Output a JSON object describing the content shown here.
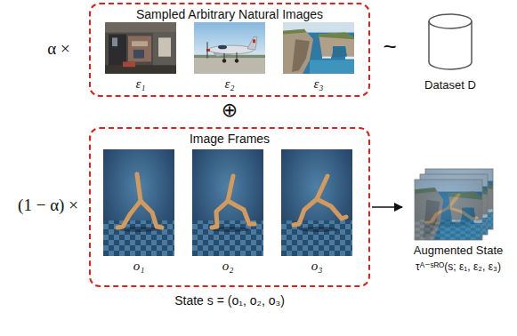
{
  "diagram": {
    "nodes": [
      {
        "text": [
          "Sampled Arbitrary Natural Images"
        ]
      },
      {
        "text": [
          "Dataset D"
        ]
      },
      {
        "text": [
          "Image Frames"
        ]
      },
      {
        "text": [
          "Augmented State",
          "τᴬ⁻ˢᴿᴼ(s; ε₁, ε₂, ε₃)"
        ]
      }
    ],
    "edges": [
      {
        "from": 2,
        "to": 3,
        "arrow": "to"
      }
    ],
    "labels": [
      "α ×",
      "~",
      "ε₁",
      "ε₂",
      "ε₃",
      "⊕",
      "(1 − α) ×",
      "o₁",
      "o₂",
      "o₃",
      "State s = (o₁, o₂, o₃)"
    ]
  }
}
